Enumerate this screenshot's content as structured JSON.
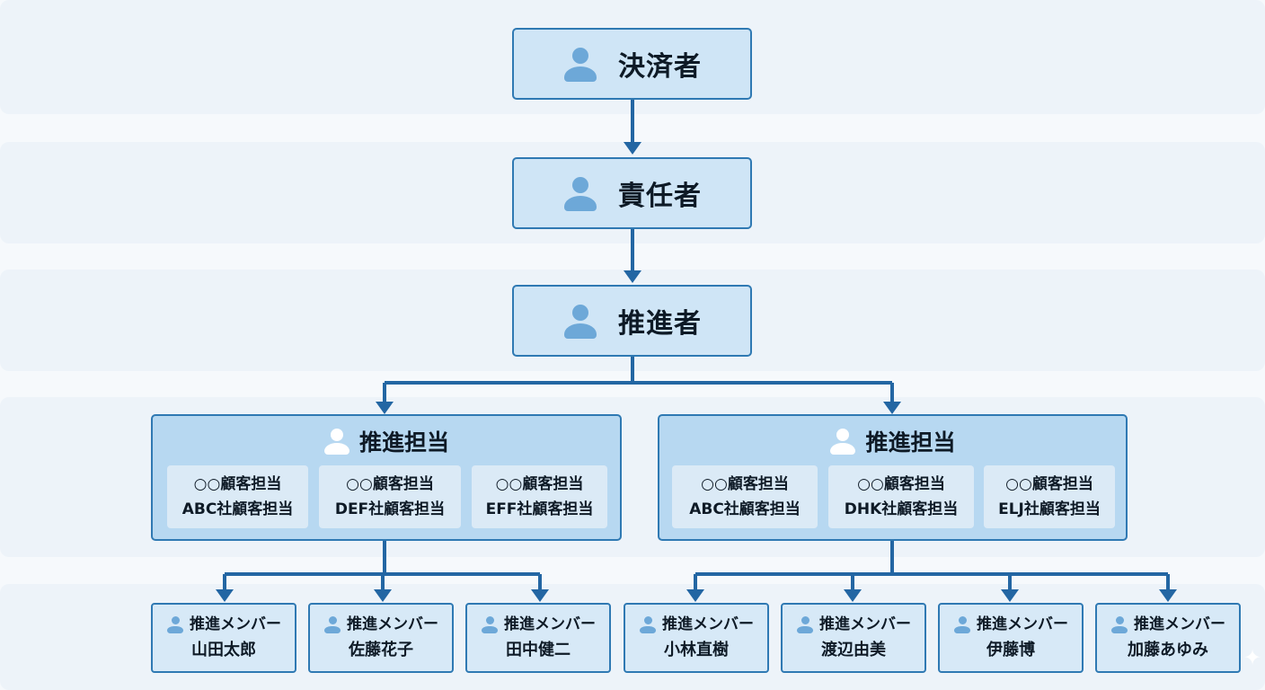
{
  "top_nodes": [
    {
      "title": "決済者",
      "icon": "person-icon"
    },
    {
      "title": "責任者",
      "icon": "person-icon"
    },
    {
      "title": "推進者",
      "icon": "person-icon"
    }
  ],
  "groups": [
    {
      "title": "推進担当",
      "icon": "person-icon",
      "subs": [
        {
          "line1": "○○顧客担当",
          "line2": "ABC社顧客担当"
        },
        {
          "line1": "○○顧客担当",
          "line2": "DEF社顧客担当"
        },
        {
          "line1": "○○顧客担当",
          "line2": "EFF社顧客担当"
        }
      ]
    },
    {
      "title": "推進担当",
      "icon": "person-icon",
      "subs": [
        {
          "line1": "○○顧客担当",
          "line2": "ABC社顧客担当"
        },
        {
          "line1": "○○顧客担当",
          "line2": "DHK社顧客担当"
        },
        {
          "line1": "○○顧客担当",
          "line2": "ELJ社顧客担当"
        }
      ]
    }
  ],
  "members": [
    {
      "role": "推進メンバー",
      "name": "山田太郎"
    },
    {
      "role": "推進メンバー",
      "name": "佐藤花子"
    },
    {
      "role": "推進メンバー",
      "name": "田中健二"
    },
    {
      "role": "推進メンバー",
      "name": "小林直樹"
    },
    {
      "role": "推進メンバー",
      "name": "渡辺由美"
    },
    {
      "role": "推進メンバー",
      "name": "伊藤博"
    },
    {
      "role": "推進メンバー",
      "name": "加藤あゆみ"
    }
  ],
  "colors": {
    "line": "#2366a3",
    "node_fill": "#cfe5f6",
    "group_fill": "#b7d8f1",
    "icon": "#6da8d8"
  }
}
